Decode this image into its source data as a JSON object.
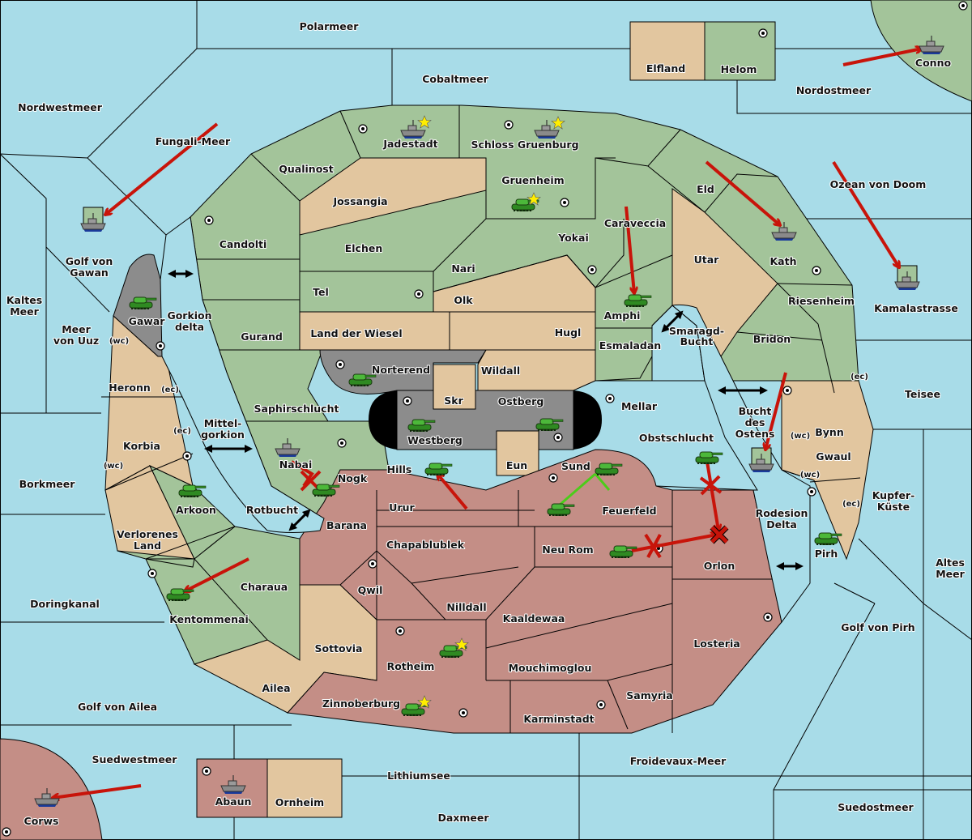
{
  "map": {
    "title": "Diplomacy variant map",
    "colors": {
      "sea": "#a8dce8",
      "green_power": "#a3c49a",
      "red_power": "#c48e86",
      "neutral": "#e2c69f",
      "impassable": "#8c8c8c",
      "order_arrow": "#c8140a",
      "support_line": "#4ccc1a"
    },
    "labels": {
      "polarmeer": "Polarmeer",
      "cobaltmeer": "Cobaltmeer",
      "nordwestmeer": "Nordwestmeer",
      "fungali": "Fungali-Meer",
      "elfland": "Elfland",
      "helom": "Helom",
      "nordostmeer": "Nordostmeer",
      "conno": "Conno",
      "jadestadt": "Jadestadt",
      "schloss": "Schloss Gruenburg",
      "qualinost": "Qualinost",
      "jossangia": "Jossangia",
      "gruenheim": "Gruenheim",
      "eld": "Eld",
      "ozean": "Ozean von Doom",
      "candolti": "Candolti",
      "caraveccia": "Caraveccia",
      "yokai": "Yokai",
      "elchen": "Elchen",
      "kath": "Kath",
      "kamala": "Kamalastrasse",
      "golf_gawan_1": "Golf von",
      "golf_gawan_2": "Gawan",
      "nari": "Nari",
      "utar": "Utar",
      "tel": "Tel",
      "olk": "Olk",
      "kaltes_1": "Kaltes",
      "kaltes_2": "Meer",
      "riesenheim": "Riesenheim",
      "amphi": "Amphi",
      "gawar": "Gawar",
      "gorkion_1": "Gorkion",
      "gorkion_2": "delta",
      "meer_uuz_1": "Meer",
      "meer_uuz_2": "von Uuz",
      "land_wiesel": "Land der Wiesel",
      "hugl": "Hugl",
      "smaragd_1": "Smaragd-",
      "smaragd_2": "Bucht",
      "gurand": "Gurand",
      "bridon": "Bridon",
      "esmaladan": "Esmaladan",
      "norterend": "Norterend",
      "wildall": "Wildall",
      "heronn": "Heronn",
      "teisee": "Teisee",
      "skr": "Skr",
      "ostberg": "Ostberg",
      "mellar": "Mellar",
      "saphir": "Saphirschlucht",
      "bucht_1": "Bucht",
      "bucht_2": "des",
      "bucht_3": "Ostens",
      "mittel_1": "Mittel-",
      "mittel_2": "gorkion",
      "bynn": "Bynn",
      "westberg": "Westberg",
      "obstschlucht": "Obstschlucht",
      "korbia": "Korbia",
      "nabai": "Nabai",
      "gwaul": "Gwaul",
      "eun": "Eun",
      "sund": "Sund",
      "hills": "Hills",
      "borkmeer": "Borkmeer",
      "nogk": "Nogk",
      "kupfer_1": "Kupfer-",
      "kupfer_2": "Küste",
      "arkoon": "Arkoon",
      "urur": "Urur",
      "feuerfeld": "Feuerfeld",
      "rotbucht": "Rotbucht",
      "barana": "Barana",
      "rodesion_1": "Rodesion",
      "rodesion_2": "Delta",
      "verlorenes_1": "Verlorenes",
      "verlorenes_2": "Land",
      "chapablublek": "Chapablublek",
      "neu_rom": "Neu Rom",
      "pirh": "Pirh",
      "orlon": "Orlon",
      "altes_1": "Altes",
      "altes_2": "Meer",
      "charaua": "Charaua",
      "qwil": "Qwil",
      "doringkanal": "Doringkanal",
      "nilldall": "Nilldall",
      "kentommenai": "Kentommenai",
      "kaaldewaa": "Kaaldewaa",
      "golf_pirh": "Golf von Pirh",
      "losteria": "Losteria",
      "sottovia": "Sottovia",
      "rotheim": "Rotheim",
      "mouchimoglou": "Mouchimoglou",
      "ailea": "Ailea",
      "samyria": "Samyria",
      "golf_ailea": "Golf von Ailea",
      "zinnoberburg": "Zinnoberburg",
      "karminstadt": "Karminstadt",
      "suedwestmeer": "Suedwestmeer",
      "froidevaux": "Froidevaux-Meer",
      "lithiumsee": "Lithiumsee",
      "abaun": "Abaun",
      "ornheim": "Ornheim",
      "corws": "Corws",
      "suedostmeer": "Suedostmeer",
      "daxmeer": "Daxmeer"
    },
    "coasts": {
      "wc": "(wc)",
      "ec": "(ec)"
    },
    "units": [
      {
        "type": "fleet",
        "province": "Jadestadt",
        "star": true
      },
      {
        "type": "fleet",
        "province": "Schloss Gruenburg",
        "star": true
      },
      {
        "type": "army",
        "province": "Gruenheim",
        "star": true
      },
      {
        "type": "fleet",
        "province": "Conno",
        "star": false
      },
      {
        "type": "fleet",
        "province": "Golf von Gawan (built)",
        "star": false
      },
      {
        "type": "fleet",
        "province": "Kath",
        "star": false
      },
      {
        "type": "fleet",
        "province": "Kamalastrasse",
        "star": false
      },
      {
        "type": "army",
        "province": "Amphi",
        "star": false
      },
      {
        "type": "army",
        "province": "Gawar",
        "star": false
      },
      {
        "type": "army",
        "province": "Norterend",
        "star": false
      },
      {
        "type": "army",
        "province": "Westberg",
        "star": false
      },
      {
        "type": "army",
        "province": "Ostberg",
        "star": false
      },
      {
        "type": "fleet",
        "province": "Nabai",
        "star": false
      },
      {
        "type": "army",
        "province": "Nogk",
        "star": false
      },
      {
        "type": "army",
        "province": "Hills",
        "star": false
      },
      {
        "type": "army",
        "province": "Sund",
        "star": false
      },
      {
        "type": "army",
        "province": "Feuerfeld",
        "star": false
      },
      {
        "type": "army",
        "province": "Obstschlucht",
        "star": false
      },
      {
        "type": "fleet",
        "province": "Bucht des Ostens",
        "star": false
      },
      {
        "type": "army",
        "province": "Neu Rom",
        "star": false
      },
      {
        "type": "army",
        "province": "Arkoon",
        "star": false
      },
      {
        "type": "army",
        "province": "Pirh",
        "star": false
      },
      {
        "type": "army",
        "province": "Kentommenai",
        "star": false
      },
      {
        "type": "army",
        "province": "Rotheim",
        "star": true
      },
      {
        "type": "army",
        "province": "Zinnoberburg",
        "star": true
      },
      {
        "type": "fleet",
        "province": "Abaun",
        "star": false
      },
      {
        "type": "fleet",
        "province": "Corws",
        "star": false
      }
    ]
  }
}
